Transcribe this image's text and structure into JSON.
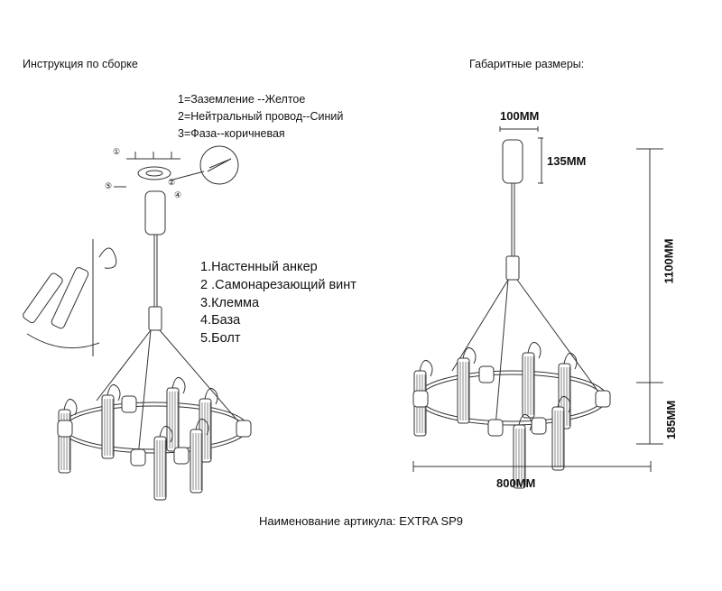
{
  "headings": {
    "assembly": "Инструкция по сборке",
    "dimensions": "Габаритные размеры:"
  },
  "wiring_legend": [
    "1=Заземление --Желтое",
    "2=Нейтральный провод--Синий",
    "3=Фаза--коричневая"
  ],
  "parts_list": [
    "1.Настенный анкер",
    "2 .Самонарезающий винт",
    "3.Клемма",
    "4.База",
    "5.Болт"
  ],
  "callout_numbers": [
    "①",
    "②",
    "④",
    "⑤"
  ],
  "dimensions": {
    "canopy_width": "100MM",
    "canopy_height": "135MM",
    "total_height": "1100MM",
    "fixture_height": "185MM",
    "diameter": "800MM"
  },
  "footer": "Наименование артикула: EXTRA SP9"
}
